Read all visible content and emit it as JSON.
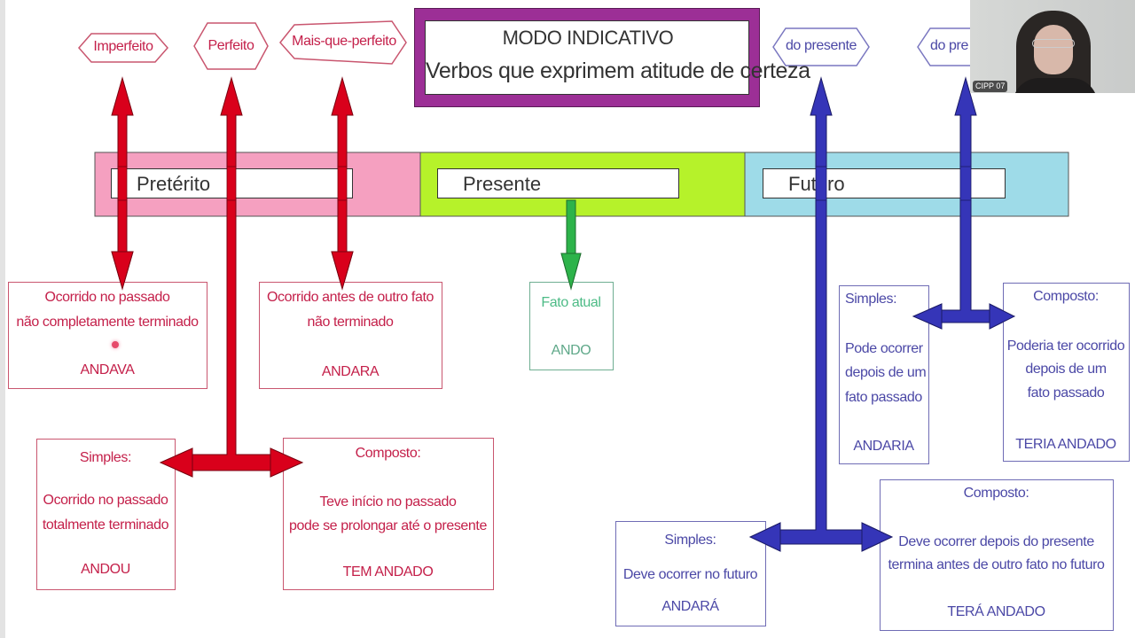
{
  "title": {
    "line1": "MODO INDICATIVO",
    "line2": "Verbos que exprimem atitude de certeza"
  },
  "colors": {
    "preterito": "#f5a0c0",
    "presente": "#b6f22a",
    "futuro": "#9edbe8",
    "red_arrow": "#d9001b",
    "blue_arrow": "#3535b8",
    "green_arrow": "#2db34a",
    "title_border": "#9c2f96"
  },
  "tenses": {
    "preterito": "Pretérito",
    "presente": "Presente",
    "futuro": "Futuro"
  },
  "hexagons": {
    "imperfeito": "Imperfeito",
    "perfeito": "Perfeito",
    "mais_que_perfeito": "Mais-que-perfeito",
    "futuro_presente": "do presente",
    "futuro_preterito_partial": "do pre"
  },
  "boxes": {
    "imperfeito": {
      "lines": [
        "Ocorrido no passado",
        "não completamente terminado"
      ],
      "verb": "ANDAVA"
    },
    "mais_que_perfeito": {
      "lines": [
        "Ocorrido antes de outro fato",
        "não terminado"
      ],
      "verb": "ANDARA"
    },
    "presente": {
      "lines": [
        "Fato atual"
      ],
      "verb": "ANDO"
    },
    "perfeito_simples": {
      "heading": "Simples:",
      "lines": [
        "Ocorrido no passado",
        "totalmente terminado"
      ],
      "verb": "ANDOU"
    },
    "perfeito_composto": {
      "heading": "Composto:",
      "lines": [
        "Teve início no passado",
        "pode se prolongar até o presente"
      ],
      "verb": "TEM ANDADO"
    },
    "fut_pret_simples": {
      "heading": "Simples:",
      "lines": [
        "Pode ocorrer",
        "depois de um",
        "fato passado"
      ],
      "verb": "ANDARIA"
    },
    "fut_pret_composto": {
      "heading": "Composto:",
      "lines": [
        "Poderia ter ocorrido",
        "depois de um",
        "fato passado"
      ],
      "verb": "TERIA ANDADO"
    },
    "fut_pres_simples": {
      "heading": "Simples:",
      "lines": [
        "Deve ocorrer no futuro"
      ],
      "verb": "ANDARÁ"
    },
    "fut_pres_composto": {
      "heading": "Composto:",
      "lines": [
        "Deve ocorrer depois do presente",
        "termina antes de outro fato no futuro"
      ],
      "verb": "TERÁ ANDADO"
    }
  },
  "webcam": {
    "participant_label": "CIPP 07"
  }
}
